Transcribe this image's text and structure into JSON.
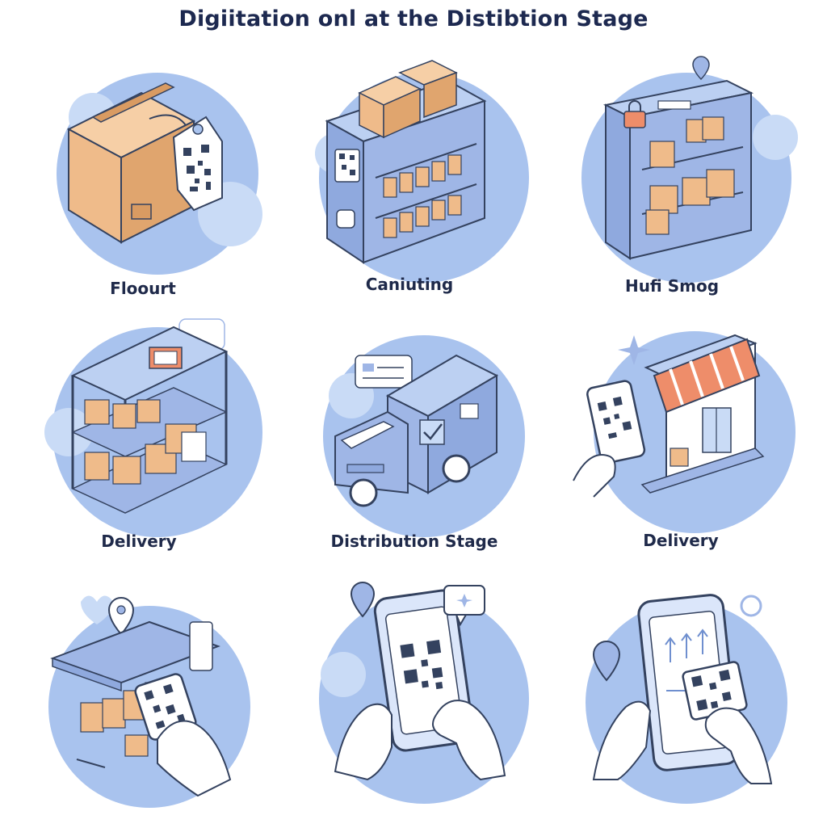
{
  "title": "Digiitation onl at the Distibtion Stage",
  "panels": [
    {
      "label": "Floourt",
      "icon": "package-qr-tag-icon"
    },
    {
      "label": "Caniuting",
      "icon": "warehouse-shelf-qr-icon"
    },
    {
      "label": "Hufi Smog",
      "icon": "storage-rack-icon"
    },
    {
      "label": "Delivery",
      "icon": "shelf-scanner-icon"
    },
    {
      "label": "Distribution Stage",
      "icon": "delivery-truck-icon"
    },
    {
      "label": "Delivery",
      "icon": "storefront-phone-scan-icon"
    },
    {
      "label": "",
      "icon": "hand-scanner-shelf-icon"
    },
    {
      "label": "",
      "icon": "phone-qr-scan-icon"
    },
    {
      "label": "",
      "icon": "phone-map-scan-icon"
    }
  ],
  "colors": {
    "blob": "#a9c3ee",
    "blob_light": "#c9dbf6",
    "box": "#efbb8a",
    "box_dark": "#d99b62",
    "outline": "#34425f",
    "shelf": "#9fb6e6",
    "awning": "#ee8d6a"
  }
}
